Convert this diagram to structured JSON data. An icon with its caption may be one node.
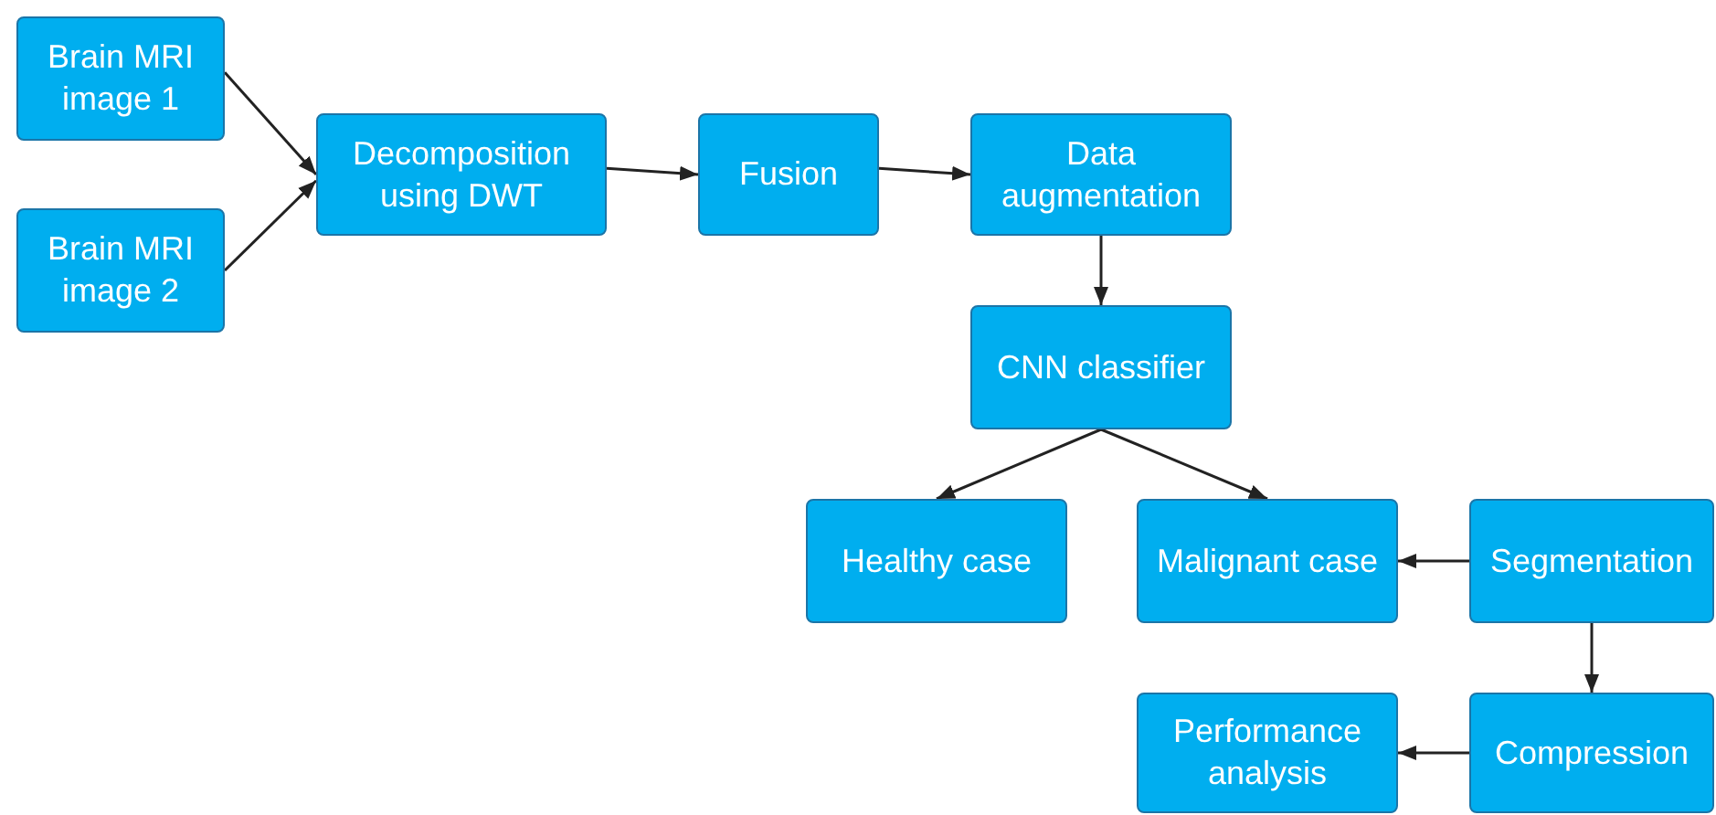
{
  "diagram": {
    "nodes": [
      {
        "text": [
          "Brain MRI image 1"
        ]
      },
      {
        "text": [
          "Brain MRI image 2"
        ]
      },
      {
        "text": [
          "Decomposition using DWT"
        ]
      },
      {
        "text": [
          "Fusion"
        ]
      },
      {
        "text": [
          "Data augmentation"
        ]
      },
      {
        "text": [
          "CNN classifier"
        ]
      },
      {
        "text": [
          "Healthy case"
        ]
      },
      {
        "text": [
          "Malignant case"
        ]
      },
      {
        "text": [
          "Segmentation"
        ]
      },
      {
        "text": [
          "Performance analysis"
        ]
      },
      {
        "text": [
          "Compression"
        ]
      }
    ],
    "edges": [
      {
        "from": 0,
        "to": 2,
        "arrow": "to"
      },
      {
        "from": 1,
        "to": 2,
        "arrow": "to"
      },
      {
        "from": 2,
        "to": 3,
        "arrow": "to"
      },
      {
        "from": 3,
        "to": 4,
        "arrow": "to"
      },
      {
        "from": 4,
        "to": 5,
        "arrow": "to"
      },
      {
        "from": 5,
        "to": 6,
        "arrow": "to"
      },
      {
        "from": 5,
        "to": 7,
        "arrow": "to"
      },
      {
        "from": 8,
        "to": 7,
        "arrow": "to"
      },
      {
        "from": 8,
        "to": 10,
        "arrow": "to"
      },
      {
        "from": 10,
        "to": 9,
        "arrow": "to"
      }
    ]
  }
}
